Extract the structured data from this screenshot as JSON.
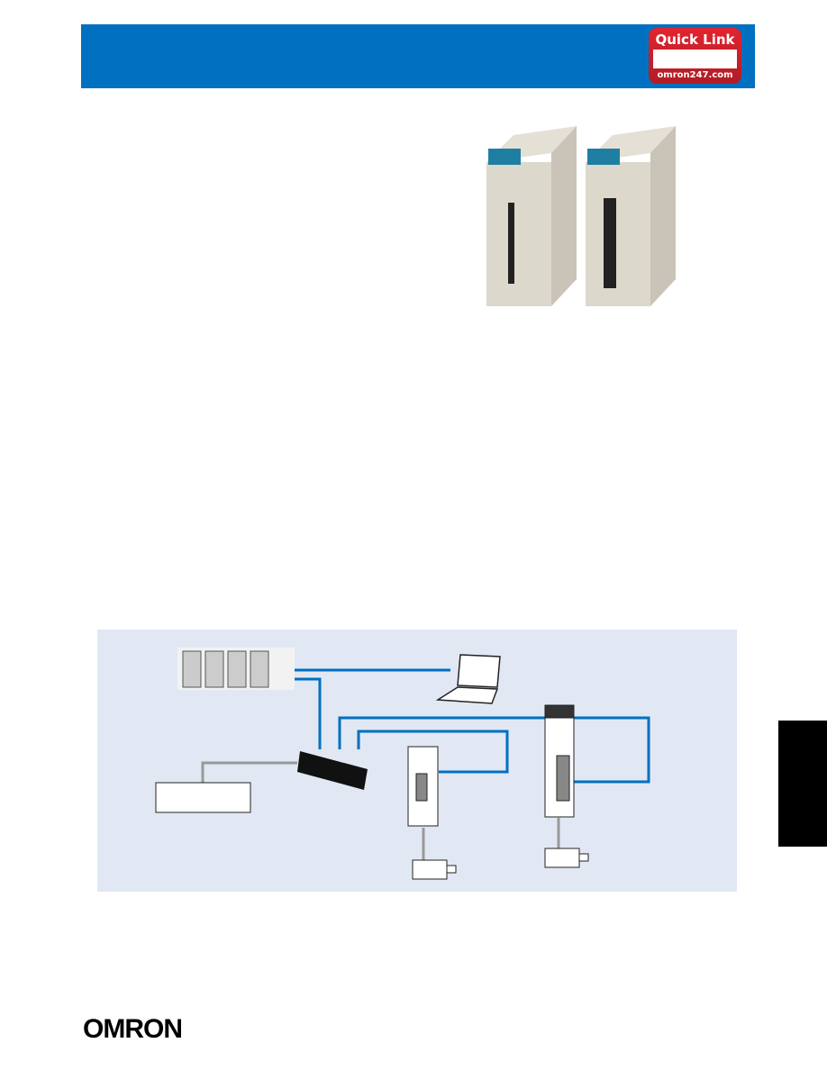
{
  "header": {
    "quick_link": {
      "title": "Quick Link",
      "url": "omron247.com"
    }
  },
  "footer": {
    "logo": "OMRON"
  },
  "colors": {
    "header": "#0070c0",
    "badge": "#d8202a",
    "diagram_bg": "#e1e8f4",
    "network_line": "#0070c0",
    "cable": "#999999"
  }
}
